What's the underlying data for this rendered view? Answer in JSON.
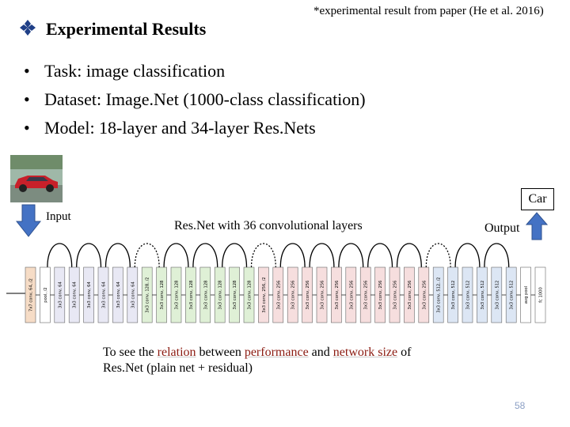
{
  "header": {
    "title": "Experimental Results",
    "source_note": "*experimental result from paper (He et al. 2016)"
  },
  "bullets": [
    "Task: image classification",
    "Dataset: Image.Net (1000-class classification)",
    "Model: 18-layer and 34-layer Res.Nets"
  ],
  "figure": {
    "input_label": "Input",
    "output_label": "Output",
    "car_label": "Car",
    "network_caption": "Res.Net with 36 convolutional layers",
    "layers": [
      {
        "text": "7x7 conv, 64, /2",
        "group": "first"
      },
      {
        "text": "pool, /2",
        "group": "pool"
      },
      {
        "text": "3x3 conv, 64",
        "group": "g64"
      },
      {
        "text": "3x3 conv, 64",
        "group": "g64"
      },
      {
        "text": "3x3 conv, 64",
        "group": "g64"
      },
      {
        "text": "3x3 conv, 64",
        "group": "g64"
      },
      {
        "text": "3x3 conv, 64",
        "group": "g64"
      },
      {
        "text": "3x3 conv, 64",
        "group": "g64"
      },
      {
        "text": "3x3 conv, 128, /2",
        "group": "g128"
      },
      {
        "text": "3x3 conv, 128",
        "group": "g128"
      },
      {
        "text": "3x3 conv, 128",
        "group": "g128"
      },
      {
        "text": "3x3 conv, 128",
        "group": "g128"
      },
      {
        "text": "3x3 conv, 128",
        "group": "g128"
      },
      {
        "text": "3x3 conv, 128",
        "group": "g128"
      },
      {
        "text": "3x3 conv, 128",
        "group": "g128"
      },
      {
        "text": "3x3 conv, 128",
        "group": "g128"
      },
      {
        "text": "3x3 conv, 256, /2",
        "group": "g256"
      },
      {
        "text": "3x3 conv, 256",
        "group": "g256"
      },
      {
        "text": "3x3 conv, 256",
        "group": "g256"
      },
      {
        "text": "3x3 conv, 256",
        "group": "g256"
      },
      {
        "text": "3x3 conv, 256",
        "group": "g256"
      },
      {
        "text": "3x3 conv, 256",
        "group": "g256"
      },
      {
        "text": "3x3 conv, 256",
        "group": "g256"
      },
      {
        "text": "3x3 conv, 256",
        "group": "g256"
      },
      {
        "text": "3x3 conv, 256",
        "group": "g256"
      },
      {
        "text": "3x3 conv, 256",
        "group": "g256"
      },
      {
        "text": "3x3 conv, 256",
        "group": "g256"
      },
      {
        "text": "3x3 conv, 256",
        "group": "g256"
      },
      {
        "text": "3x3 conv, 512, /2",
        "group": "g512"
      },
      {
        "text": "3x3 conv, 512",
        "group": "g512"
      },
      {
        "text": "3x3 conv, 512",
        "group": "g512"
      },
      {
        "text": "3x3 conv, 512",
        "group": "g512"
      },
      {
        "text": "3x3 conv, 512",
        "group": "g512"
      },
      {
        "text": "3x3 conv, 512",
        "group": "g512"
      },
      {
        "text": "avg pool",
        "group": "pool"
      },
      {
        "text": "fc 1000",
        "group": "fc"
      }
    ],
    "colors": {
      "first": "#f6dcc6",
      "pool": "#ffffff",
      "g64": "#e8e8f4",
      "g128": "#dff0d6",
      "g256": "#f6dede",
      "g512": "#dce6f4",
      "fc": "#ffffff",
      "arrow": "#4472c4",
      "highlight": "#8b1a10"
    }
  },
  "bottom_note": {
    "t1": "To see the ",
    "h1": "relation",
    "t2": " between ",
    "h2": "performance",
    "t3": " and ",
    "h3": "network size",
    "t4": " of Res.Net (plain net + residual)"
  },
  "page_number": "58"
}
